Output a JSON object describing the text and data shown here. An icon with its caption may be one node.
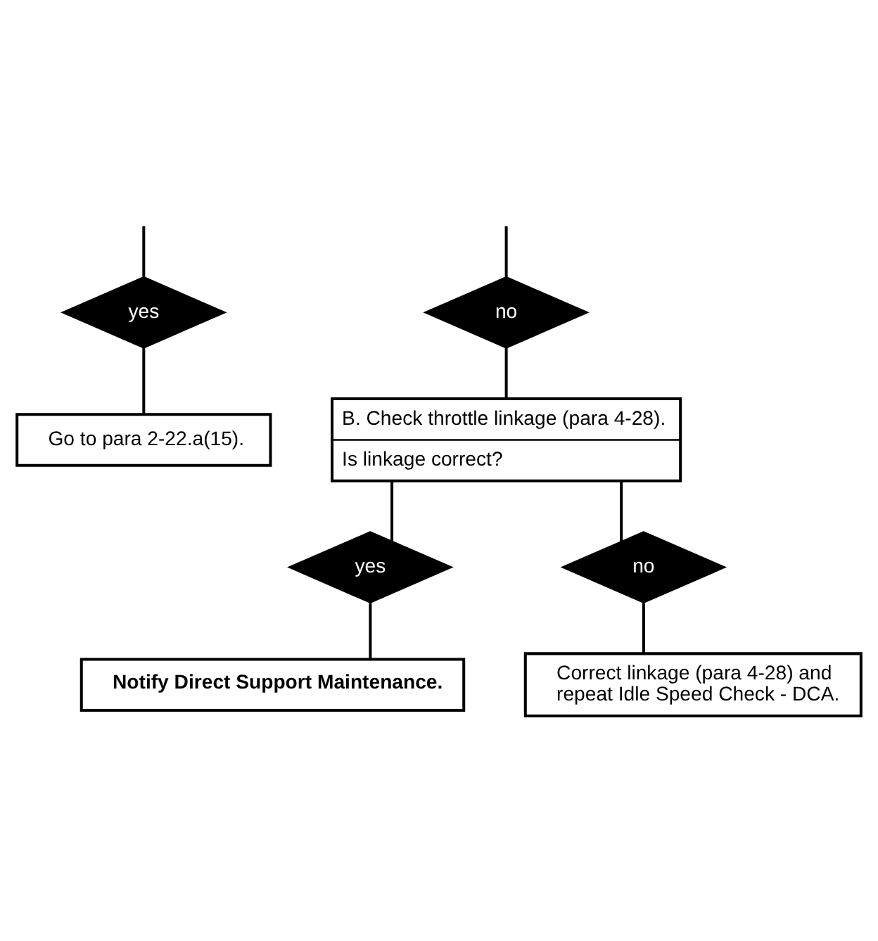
{
  "diagram": {
    "nodes": [
      {
        "text": [
          "yes"
        ]
      },
      {
        "text": [
          "no"
        ]
      },
      {
        "text": [
          "Go to para 2-22.a(15)."
        ]
      },
      {
        "text": [
          "B. Check throttle linkage (para 4-28).",
          "Is linkage correct?"
        ]
      },
      {
        "text": [
          "yes"
        ]
      },
      {
        "text": [
          "no"
        ]
      },
      {
        "text": [
          "Notify Direct Support Maintenance."
        ]
      },
      {
        "text": [
          "Correct linkage (para 4-28) and repeat Idle Speed Check - DCA."
        ]
      }
    ],
    "edges": [
      {
        "from": null,
        "to": 0,
        "arrow": "none"
      },
      {
        "from": null,
        "to": 1,
        "arrow": "none"
      },
      {
        "from": 0,
        "to": 2,
        "arrow": "none"
      },
      {
        "from": 1,
        "to": 3,
        "arrow": "none"
      },
      {
        "from": 3,
        "to": 4,
        "arrow": "none"
      },
      {
        "from": 3,
        "to": 5,
        "arrow": "none"
      },
      {
        "from": 4,
        "to": 6,
        "arrow": "none"
      },
      {
        "from": 5,
        "to": 7,
        "arrow": "none"
      }
    ]
  }
}
